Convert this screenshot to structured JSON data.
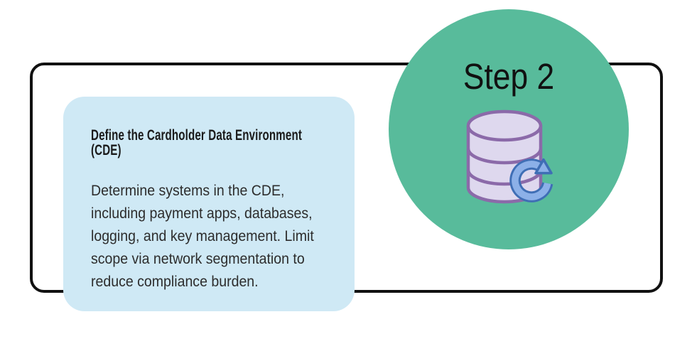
{
  "step": {
    "label": "Step 2"
  },
  "card": {
    "title": "Define the Cardholder Data Environment\n(CDE)",
    "body": "Determine systems in the CDE,\nincluding payment apps, databases,\nlogging, and key management. Limit\nscope via network segmentation to\nreduce compliance burden."
  },
  "icons": {
    "main": "database-icon",
    "overlay": "refresh-icon"
  },
  "colors": {
    "frame_border": "#111111",
    "circle_fill": "#58bb9b",
    "card_fill": "#cfe9f5",
    "title_text": "#1b1b1b",
    "body_text": "#2d2d2d",
    "step_text": "#111111",
    "database_fill": "#ded8ee",
    "database_stroke": "#8b6aa9",
    "refresh_fill": "#8cb0e8",
    "refresh_stroke": "#3f6eb5",
    "page_bg": "#ffffff"
  }
}
